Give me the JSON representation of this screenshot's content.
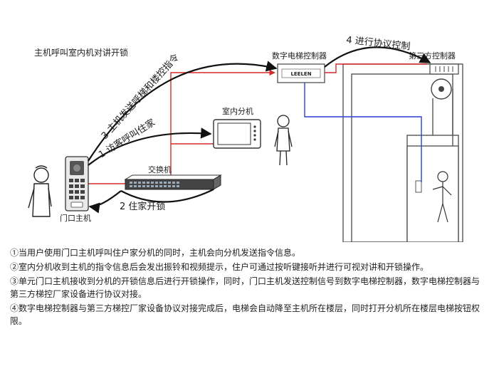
{
  "title": "主机呼叫室内机对讲开锁",
  "devices": {
    "door_station": "门口主机",
    "switch": "交换机",
    "indoor_monitor": "室内分机",
    "elevator_controller": "数字电梯控制器",
    "elevator_brand": "LEELEN",
    "third_party_controller": "第三方控制器"
  },
  "flows": {
    "step1": "1 访客呼叫住家",
    "step2": "2 住家开锁",
    "step3": "3 主机发送呼梯和楼控指令",
    "step4": "4 进行协议控制"
  },
  "colors": {
    "red_line": "#d42a2a",
    "blue_line": "#2a3fd4",
    "outline": "#555555"
  },
  "notes": [
    "①当用户使用门口主机呼叫住户家分机的同时，主机会向分机发送指令信息。",
    "②室内分机收到主机的指令信息后会发出振铃和视频提示，住户可通过按听键接听并进行可视对讲和开锁操作。",
    "③单元门口主机接收到分机的开锁信息后进行开锁操作，同时，门口主机发送控制信号到数字电梯控制器，数字电梯控制器与第三方梯控厂家设备进行协议对接。",
    "④数字电梯控制器与第三方梯控厂家设备协议对接完成后，电梯会自动降至主机所在楼层，同时打开分机所在楼层电梯按钮权限。"
  ]
}
